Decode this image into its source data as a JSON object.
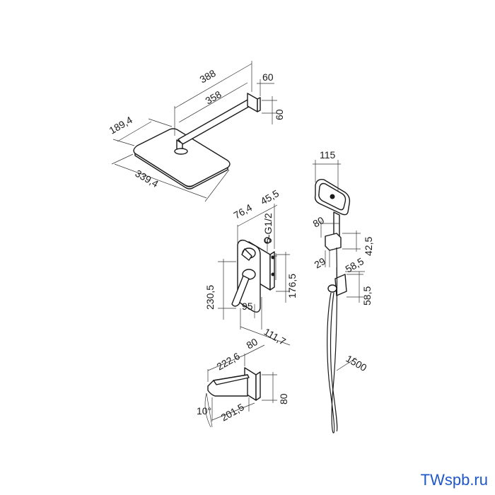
{
  "watermark": "TWspb.ru",
  "overhead_shower": {
    "arm_total": "388",
    "arm_length": "358",
    "flange_width": "60",
    "flange_height": "60",
    "head_depth": "189,4",
    "head_width": "339,4"
  },
  "mixer": {
    "plate_depth": "76,4",
    "body_offset": "45,5",
    "connection": "5-G1/2",
    "height_total": "230,5",
    "height_body": "176,5",
    "handle_offset": "95",
    "body_width": "111,7"
  },
  "spout": {
    "flange_size": "80",
    "length_total": "222,6",
    "length_inner": "201,5",
    "height": "80",
    "angle": "10°"
  },
  "hand_shower": {
    "head_width": "115",
    "holder_depth": "80",
    "holder_height": "42,5",
    "small_gap": "29",
    "outlet_width": "58,5",
    "outlet_height": "58,5",
    "hose_length": "1500"
  }
}
